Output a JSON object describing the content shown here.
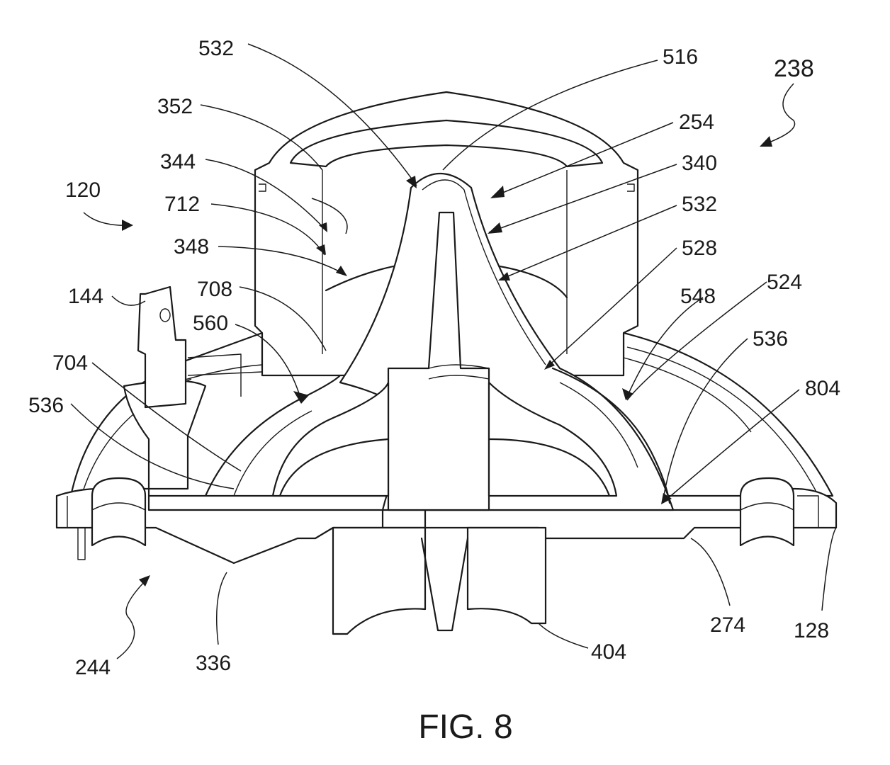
{
  "figure": {
    "caption": "FIG. 8",
    "labels": {
      "l532a": "532",
      "l516": "516",
      "l238": "238",
      "l352": "352",
      "l254": "254",
      "l344": "344",
      "l340": "340",
      "l120": "120",
      "l712": "712",
      "l532b": "532",
      "l348": "348",
      "l528": "528",
      "l144": "144",
      "l708": "708",
      "l548": "548",
      "l524": "524",
      "l560": "560",
      "l536a": "536",
      "l704": "704",
      "l804": "804",
      "l536b": "536",
      "l244": "244",
      "l336": "336",
      "l404": "404",
      "l274": "274",
      "l128": "128"
    }
  }
}
